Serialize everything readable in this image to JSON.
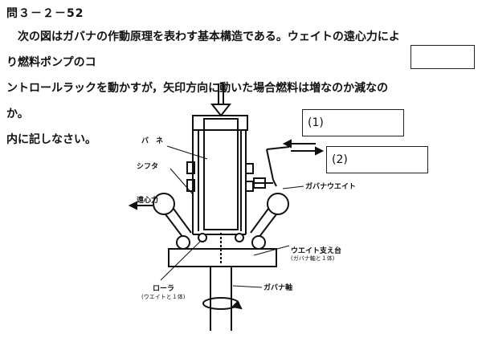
{
  "question": {
    "number": "問３－２－52",
    "stem_line1": "次の図はガバナの作動原理を表わす基本構造である。ウェイトの遠心力により燃料ポンプのコ",
    "stem_line2": "ントロールラックを動かすが，矢印方向に動いた場合燃料は増なのか減なのか。",
    "stem_line3": "内に記しなさい。"
  },
  "blanks": {
    "one": "(1)",
    "two": "(2)"
  },
  "diagram": {
    "labels": {
      "spring": "バ　ネ",
      "shifter": "シフタ",
      "centrifugal_force": "遠心力",
      "governor_weight": "ガバナウエイト",
      "weight_support": "ウエイト支え台",
      "weight_support_note": "(ガバナ軸と１体)",
      "roller": "ローラ",
      "roller_note": "(ウエイトと１体)",
      "governor_shaft": "ガバナ軸"
    }
  }
}
